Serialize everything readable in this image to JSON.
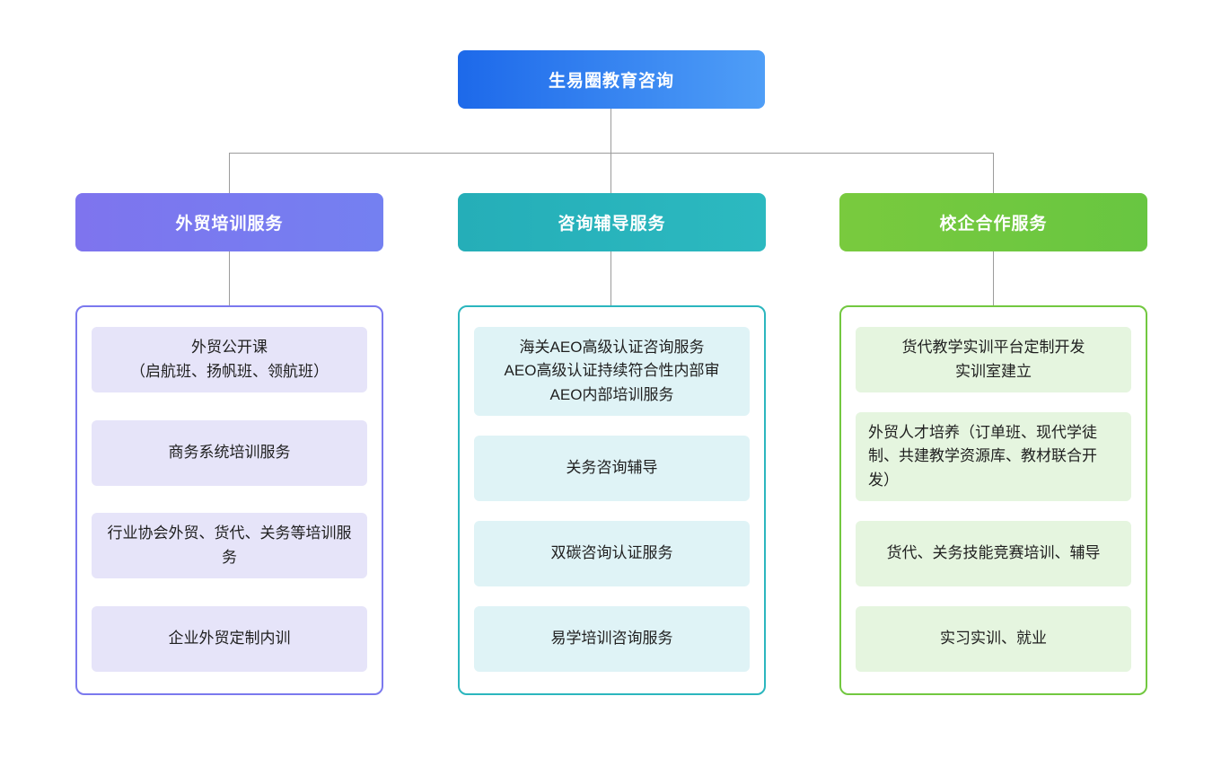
{
  "root": {
    "label": "生易圈教育咨询",
    "gradient_start": "#1d69ea",
    "gradient_end": "#4f9ef7"
  },
  "connector_color": "#9b9b9b",
  "branches": [
    {
      "label": "外贸培训服务",
      "header_color": "#7878ef",
      "border_color": "#7b79ee",
      "item_bg": "#e6e4f9",
      "items": [
        "外贸公开课\n（启航班、扬帆班、领航班）",
        "商务系统培训服务",
        "行业协会外贸、货代、关务等培训服务",
        "企业外贸定制内训"
      ]
    },
    {
      "label": "咨询辅导服务",
      "header_color": "#28b3bc",
      "border_color": "#2bb6be",
      "item_bg": "#dff3f6",
      "items": [
        "海关AEO高级认证咨询服务\nAEO高级认证持续符合性内部审\nAEO内部培训服务",
        "关务咨询辅导",
        "双碳咨询认证服务",
        "易学培训咨询服务"
      ]
    },
    {
      "label": "校企合作服务",
      "header_color": "#70c840",
      "border_color": "#72c840",
      "item_bg": "#e5f5df",
      "items": [
        "货代教学实训平台定制开发\n实训室建立",
        "外贸人才培养（订单班、现代学徒制、共建教学资源库、教材联合开发）",
        "货代、关务技能竞赛培训、辅导",
        "实习实训、就业"
      ]
    }
  ]
}
